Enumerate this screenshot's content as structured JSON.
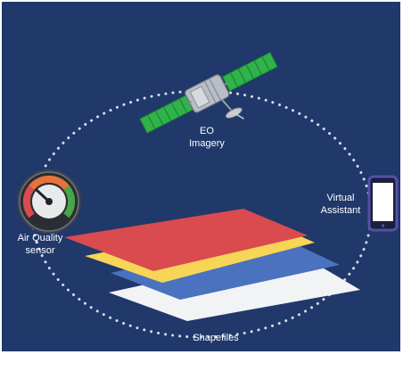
{
  "diagram": {
    "title": "",
    "nodes": [
      {
        "id": "eo",
        "label_lines": [
          "EO",
          "Imagery"
        ],
        "icon": "satellite-icon"
      },
      {
        "id": "virtual-assistant",
        "label_lines": [
          "Virtual",
          "Assistant"
        ],
        "icon": "smartphone-icon"
      },
      {
        "id": "air-quality",
        "label_lines": [
          "Air Quality",
          "sensor"
        ],
        "icon": "gauge-icon"
      },
      {
        "id": "shapefiles",
        "label_lines": [
          "Shapefiles"
        ],
        "icon": "stacked-layers-icon"
      }
    ],
    "layers": [
      {
        "name": "red-layer",
        "color": "#d94b4e"
      },
      {
        "name": "yellow-layer",
        "color": "#f7d556"
      },
      {
        "name": "blue-layer",
        "color": "#4a72bf"
      },
      {
        "name": "white-layer",
        "color": "#f2f3f5"
      }
    ],
    "colors": {
      "background": "#20386a",
      "orbit": "#d7dde8",
      "solar_panel": "#2fb34a",
      "phone_frame": "#5450a8"
    }
  }
}
